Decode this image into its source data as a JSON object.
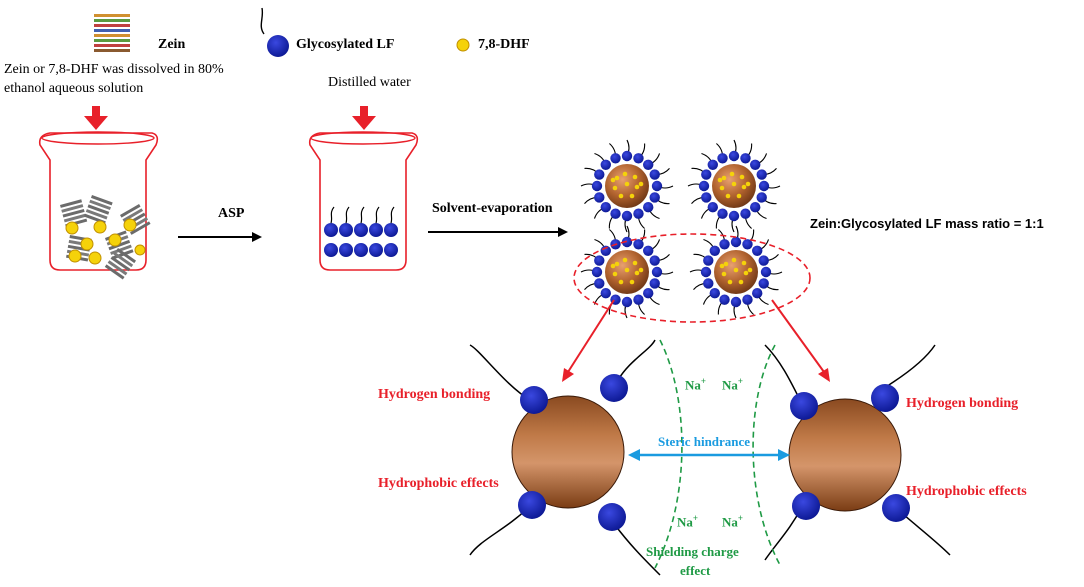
{
  "legend": {
    "zein_label": "Zein",
    "lf_label": "Glycosylated LF",
    "dhf_label": "7,8-DHF"
  },
  "step1": {
    "caption_line1": "Zein or 7,8-DHF was dissolved in 80%",
    "caption_line2": "ethanol aqueous solution"
  },
  "step2": {
    "caption": "Distilled water"
  },
  "arrows": {
    "asp_label": "ASP",
    "evaporation_label": "Solvent-evaporation"
  },
  "ratio_label": "Zein:Glycosylated LF mass ratio = 1:1",
  "interactions": {
    "hydrogen_left": "Hydrogen bonding",
    "hydrophobic_left": "Hydrophobic effects",
    "hydrogen_right": "Hydrogen bonding",
    "hydrophobic_right": "Hydrophobic effects",
    "steric": "Steric hindrance",
    "shielding_line1": "Shielding charge",
    "shielding_line2": "effect",
    "na_ion": "Na",
    "na_charge": "+"
  },
  "colors": {
    "red": "#e8202a",
    "blue": "#0a1fb5",
    "green": "#1f9a45",
    "cyan": "#1a9be0",
    "gold": "#f5d20a",
    "zein_core": "#a0552a"
  }
}
